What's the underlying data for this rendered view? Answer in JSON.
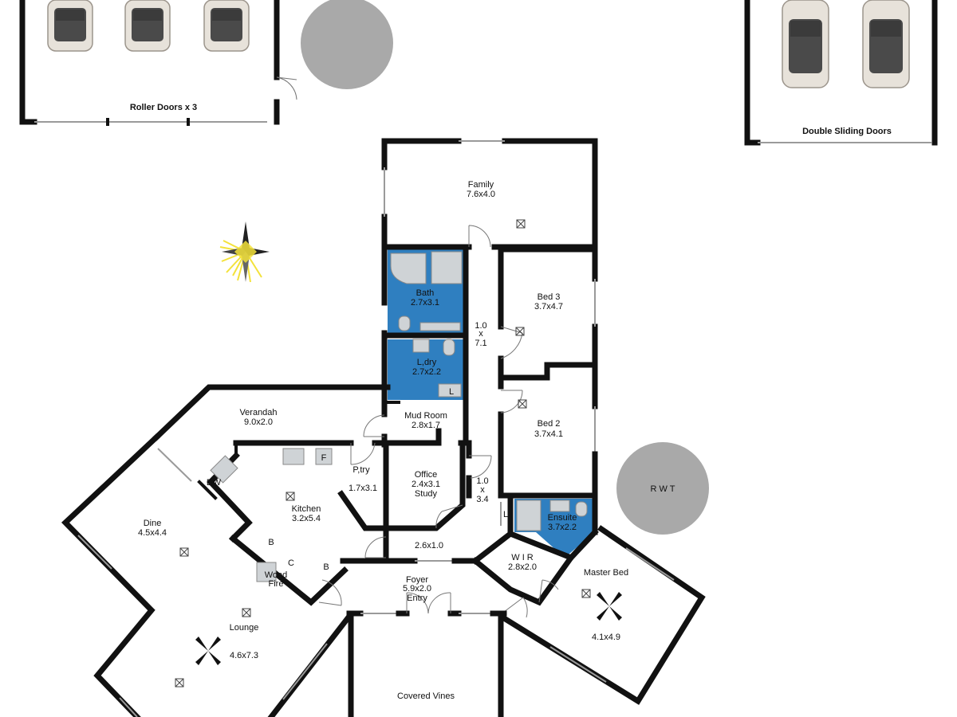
{
  "garage_left_label": "Roller Doors x 3",
  "garage_right_label": "Double Sliding Doors",
  "tank_label": "R W T",
  "rooms": {
    "family": {
      "name": "Family",
      "size": "7.6x4.0"
    },
    "bath": {
      "name": "Bath",
      "size": "2.7x3.1"
    },
    "laundry": {
      "name": "L,dry",
      "size": "2.7x2.2",
      "mark": "L"
    },
    "hall1": {
      "a": "1.0",
      "b": "x",
      "c": "7.1"
    },
    "bed3": {
      "name": "Bed 3",
      "size": "3.7x4.7"
    },
    "bed2": {
      "name": "Bed 2",
      "size": "3.7x4.1"
    },
    "verandah": {
      "name": "Verandah",
      "size": "9.0x2.0"
    },
    "mudroom": {
      "name": "Mud Room",
      "size": "2.8x1.7"
    },
    "pantry": {
      "name": "P,try",
      "size": "1.7x3.1",
      "fridge": "F"
    },
    "office": {
      "name": "Office",
      "size": "2.4x3.1",
      "sub": "Study"
    },
    "hall2": {
      "a": "1.0",
      "b": "x",
      "c": "3.4",
      "mark": "L"
    },
    "ensuite": {
      "name": "Ensuite",
      "size": "3.7x2.2"
    },
    "kitchen": {
      "name": "Kitchen",
      "size": "3.2x5.4",
      "dw": "DW",
      "b1": "B",
      "c": "C",
      "b2": "B"
    },
    "dine": {
      "name": "Dine",
      "size": "4.5x4.4"
    },
    "hall3": {
      "size": "2.6x1.0"
    },
    "wir": {
      "name": "W I R",
      "size": "2.8x2.0"
    },
    "woodfire": {
      "line1": "Wood",
      "line2": "Fire"
    },
    "foyer": {
      "name": "Foyer",
      "size": "5.9x2.0",
      "sub": "Entry"
    },
    "master": {
      "name": "Master Bed",
      "size": "4.1x4.9"
    },
    "lounge": {
      "name": "Lounge",
      "size": "4.6x7.3"
    },
    "vines": {
      "name": "Covered Vines"
    }
  },
  "colors": {
    "wet_area": "#2f7fc0",
    "walls": "#111111",
    "tank": "#a9a9a9",
    "compass_star": "#f3e23a"
  }
}
